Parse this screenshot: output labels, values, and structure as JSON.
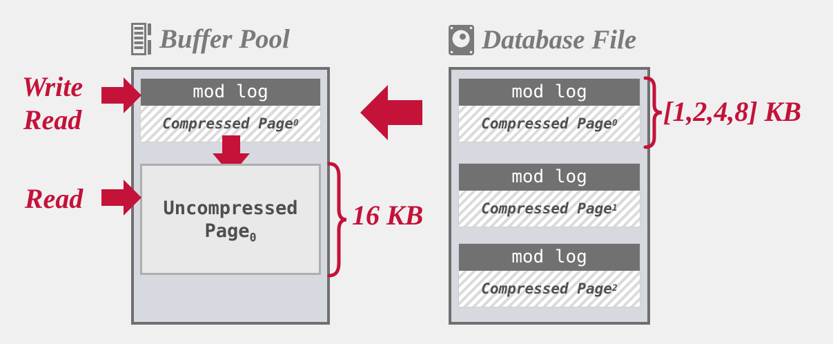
{
  "colors": {
    "background": "#f0f0f1",
    "accent_red": "#c41238",
    "box_fill": "#d7d9e0",
    "box_border": "#6f6f71",
    "modlog_bg": "#717171",
    "modlog_text": "#ffffff",
    "hatch_stripe": "#dbdbdb",
    "uncompressed_fill": "#e9e9ea",
    "uncompressed_border": "#aeaeb0",
    "title_gray": "#7a7a7a",
    "page_text": "#4f4f4f"
  },
  "icons": {
    "buffer_pool": "memory-icon",
    "database_file": "hdd-icon"
  },
  "buffer_pool": {
    "title": "Buffer Pool",
    "mod_log": "mod log",
    "compressed_page": {
      "name": "Compressed Page",
      "sub": "0"
    },
    "uncompressed_page": {
      "line1": "Uncompressed",
      "line2": "Page",
      "sub": "0"
    },
    "size_label": "16 KB"
  },
  "database_file": {
    "title": "Database File",
    "size_label": "[1,2,4,8] KB",
    "pages": [
      {
        "mod_log": "mod log",
        "name": "Compressed Page",
        "sub": "0"
      },
      {
        "mod_log": "mod log",
        "name": "Compressed Page",
        "sub": "1"
      },
      {
        "mod_log": "mod log",
        "name": "Compressed Page",
        "sub": "2"
      }
    ]
  },
  "labels": {
    "write": "Write",
    "read_top": "Read",
    "read_bottom": "Read"
  }
}
